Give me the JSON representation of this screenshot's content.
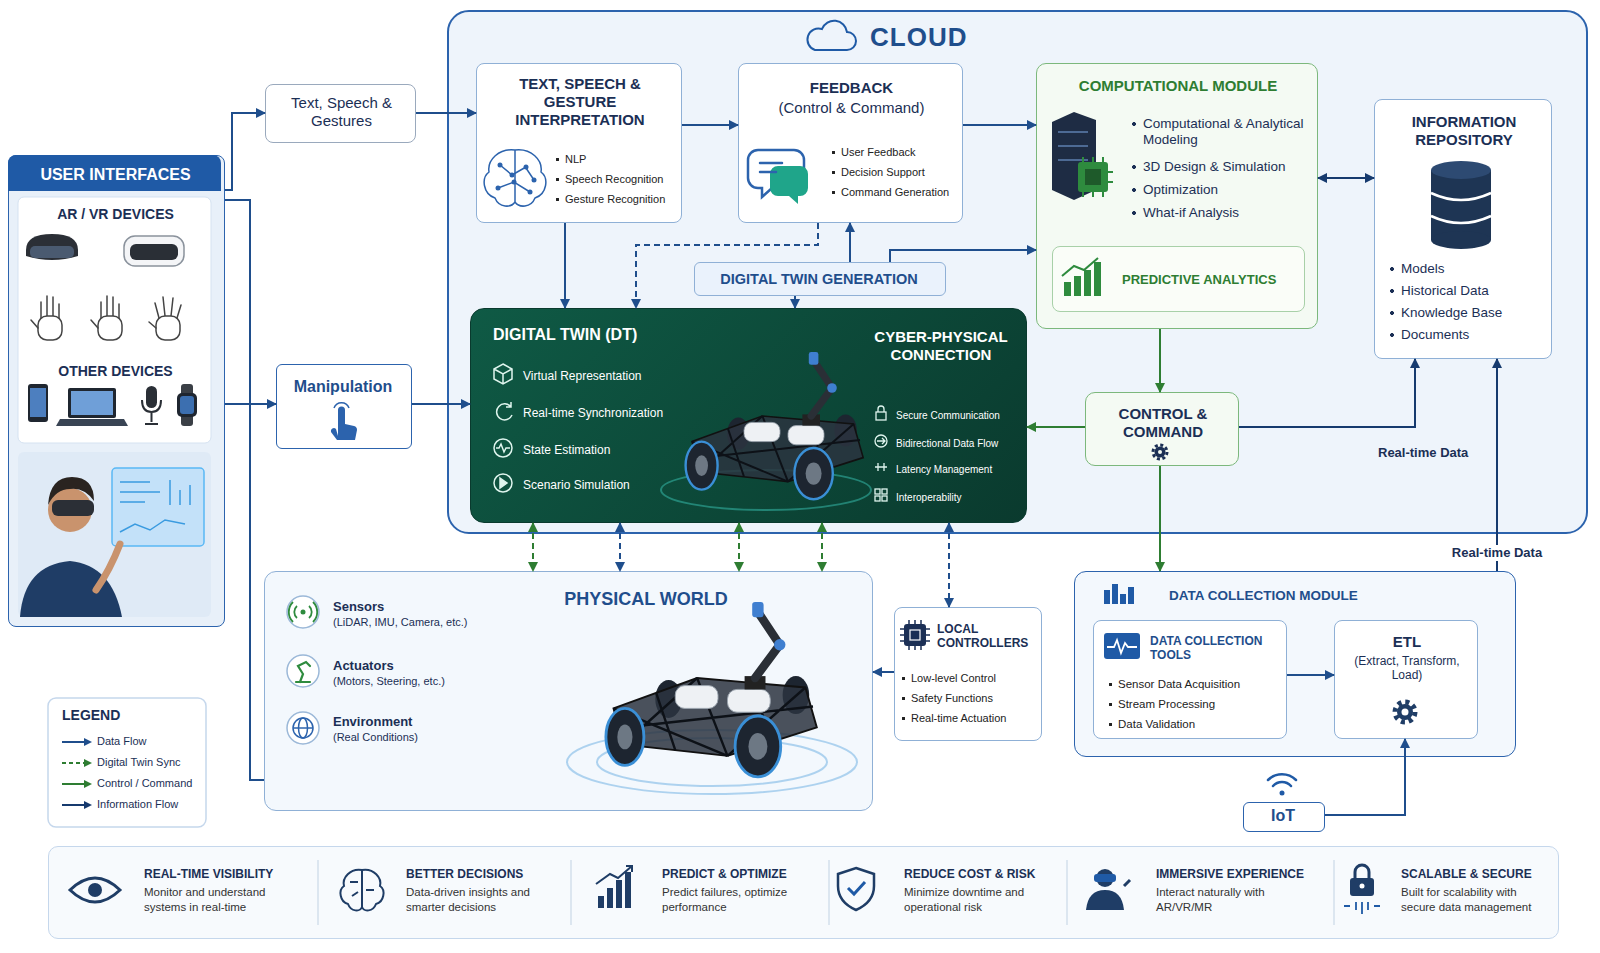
{
  "diagram": {
    "nodes": [
      {
        "text": [
          "USER INTERFACES",
          "AR / VR DEVICES",
          "OTHER DEVICES"
        ]
      },
      {
        "text": [
          "Text, Speech & Gestures"
        ]
      },
      {
        "text": [
          "Manipulation"
        ]
      },
      {
        "text": [
          "CLOUD"
        ]
      },
      {
        "text": [
          "TEXT, SPEECH & GESTURE INTERPRETATION",
          "NLP",
          "Speech Recognition",
          "Gesture Recognition"
        ],
        "in": 3
      },
      {
        "text": [
          "FEEDBACK",
          "(Control & Command)",
          "User Feedback",
          "Decision Support",
          "Command Generation"
        ],
        "in": 3
      },
      {
        "text": [
          "COMPUTATIONAL MODULE",
          "Computational & Analytical Modeling",
          "3D Design & Simulation",
          "Optimization",
          "What-if Analysis"
        ],
        "in": 3
      },
      {
        "text": [
          "PREDICTIVE ANALYTICS"
        ],
        "in": 6
      },
      {
        "text": [
          "INFORMATION REPOSITORY",
          "Models",
          "Historical Data",
          "Knowledge Base",
          "Documents"
        ],
        "in": 3
      },
      {
        "text": [
          "DIGITAL TWIN GENERATION"
        ],
        "in": 3
      },
      {
        "text": [
          "DIGITAL TWIN (DT)",
          "Virtual Representation",
          "Real-time Synchronization",
          "State Estimation",
          "Scenario Simulation",
          "CYBER-PHYSICAL CONNECTION",
          "Secure Communication",
          "Bidirectional Data Flow",
          "Latency Management",
          "Interoperability"
        ],
        "in": 3
      },
      {
        "text": [
          "CONTROL & COMMAND"
        ],
        "in": 3
      },
      {
        "text": [
          "PHYSICAL WORLD",
          "Sensors",
          "(LiDAR, IMU, Camera, etc.)",
          "Actuators",
          "(Motors, Steering, etc.)",
          "Environment",
          "(Real Conditions)"
        ]
      },
      {
        "text": [
          "LOCAL CONTROLLERS",
          "Low-level Control",
          "Safety Functions",
          "Real-time Actuation"
        ]
      },
      {
        "text": [
          "DATA COLLECTION MODULE"
        ]
      },
      {
        "text": [
          "DATA COLLECTION TOOLS",
          "Sensor Data Acquisition",
          "Stream Processing",
          "Data Validation"
        ],
        "in": 14
      },
      {
        "text": [
          "ETL",
          "(Extract, Transform, Load)"
        ],
        "in": 14
      },
      {
        "text": [
          "IoT"
        ]
      },
      {
        "text": [
          "REAL-TIME VISIBILITY",
          "Monitor and understand systems in real-time",
          "BETTER DECISIONS",
          "Data-driven insights and smarter decisions",
          "PREDICT & OPTIMIZE",
          "Predict failures, optimize performance",
          "REDUCE COST & RISK",
          "Minimize downtime and operational risk",
          "IMMERSIVE EXPERIENCE",
          "Interact naturally with AR/VR/MR",
          "SCALABLE & SECURE",
          "Built for scalability with secure data management"
        ]
      }
    ],
    "edges": [
      {
        "from": 0,
        "to": 1,
        "arrow": "to"
      },
      {
        "from": 1,
        "to": 4,
        "arrow": "to"
      },
      {
        "from": 0,
        "to": 2,
        "arrow": "to"
      },
      {
        "from": 2,
        "to": 10,
        "arrow": "to"
      },
      {
        "from": 0,
        "to": 12,
        "arrow": "none"
      },
      {
        "from": 4,
        "to": 5,
        "arrow": "to"
      },
      {
        "from": 4,
        "to": 10,
        "arrow": "to"
      },
      {
        "from": 5,
        "to": 6,
        "arrow": "to"
      },
      {
        "from": 5,
        "to": 10,
        "arrow": "to"
      },
      {
        "from": 9,
        "to": 10,
        "arrow": "to"
      },
      {
        "from": 9,
        "to": 5,
        "arrow": "to"
      },
      {
        "from": 9,
        "to": 6,
        "arrow": "to"
      },
      {
        "from": 6,
        "to": 8,
        "arrow": "both"
      },
      {
        "from": 6,
        "to": 11,
        "arrow": "to"
      },
      {
        "from": 11,
        "to": 10,
        "arrow": "to"
      },
      {
        "from": 11,
        "to": 8,
        "arrow": "to"
      },
      {
        "from": 11,
        "to": 14,
        "arrow": "to"
      },
      {
        "from": 14,
        "to": 8,
        "arrow": "to",
        "label": "Real-time Data"
      },
      {
        "from": 15,
        "to": 16,
        "arrow": "to"
      },
      {
        "from": 17,
        "to": 16,
        "arrow": "to"
      },
      {
        "from": 10,
        "to": 12,
        "arrow": "both"
      },
      {
        "from": 10,
        "to": 12,
        "arrow": "both"
      },
      {
        "from": 10,
        "to": 12,
        "arrow": "both"
      },
      {
        "from": 10,
        "to": 12,
        "arrow": "both"
      },
      {
        "from": 10,
        "to": 13,
        "arrow": "both"
      },
      {
        "from": 13,
        "to": 12,
        "arrow": "to"
      }
    ],
    "labels": [
      "Real-time Data",
      "LEGEND"
    ],
    "legend": [
      {
        "text": "Data Flow"
      },
      {
        "text": "Digital Twin Sync"
      },
      {
        "text": "Control / Command"
      },
      {
        "text": "Information Flow"
      }
    ]
  }
}
